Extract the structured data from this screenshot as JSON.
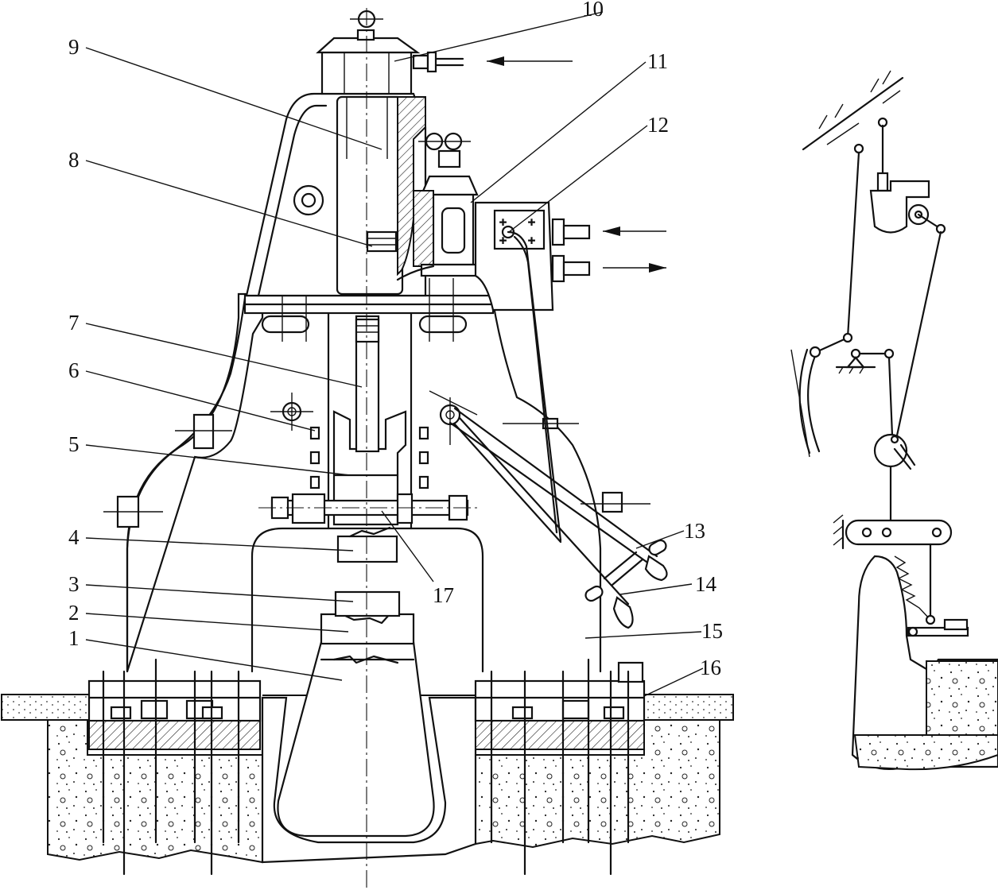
{
  "callouts": [
    {
      "id": "1",
      "text": "1"
    },
    {
      "id": "2",
      "text": "2"
    },
    {
      "id": "3",
      "text": "3"
    },
    {
      "id": "4",
      "text": "4"
    },
    {
      "id": "5",
      "text": "5"
    },
    {
      "id": "6",
      "text": "6"
    },
    {
      "id": "7",
      "text": "7"
    },
    {
      "id": "8",
      "text": "8"
    },
    {
      "id": "9",
      "text": "9"
    },
    {
      "id": "10",
      "text": "10"
    },
    {
      "id": "11",
      "text": "11"
    },
    {
      "id": "12",
      "text": "12"
    },
    {
      "id": "13",
      "text": "13"
    },
    {
      "id": "14",
      "text": "14"
    },
    {
      "id": "15",
      "text": "15"
    },
    {
      "id": "16",
      "text": "16"
    },
    {
      "id": "17",
      "text": "17"
    }
  ]
}
